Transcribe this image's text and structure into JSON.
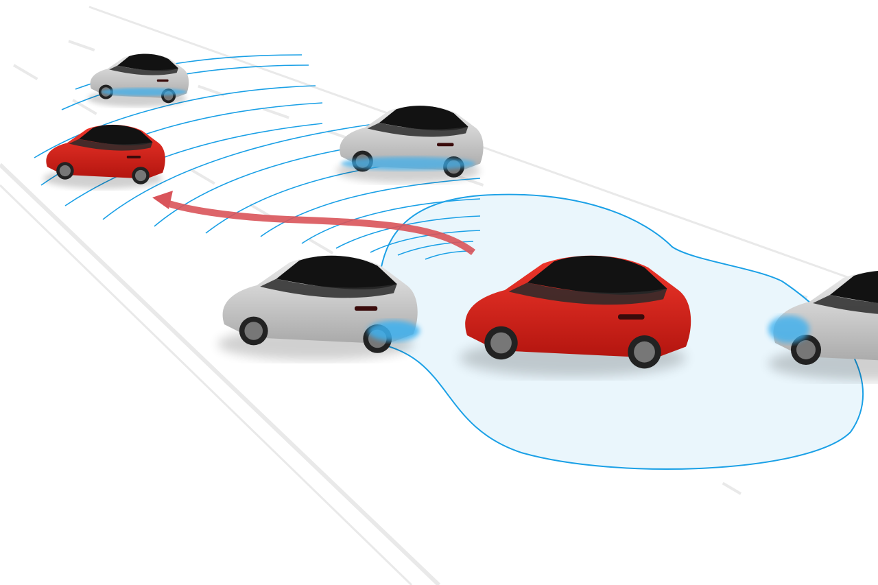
{
  "scene": {
    "colors": {
      "background": "#ffffff",
      "sensor_line": "#1aa0e6",
      "sensor_fill": "#eaf6fc",
      "lane_marking": "#e6e6e6",
      "arrow": "#d9545a",
      "car_red": "#d8231b",
      "car_silver": "#c9c9c9",
      "glass": "#141414",
      "sensor_glow": "#3db1f0"
    },
    "cars": [
      {
        "color": "silver",
        "role": "far-lead"
      },
      {
        "color": "red",
        "role": "far-left"
      },
      {
        "color": "silver",
        "role": "middle-lane"
      },
      {
        "color": "silver",
        "role": "front-left"
      },
      {
        "color": "red",
        "role": "ego-lane-change"
      },
      {
        "color": "silver",
        "role": "rear-right-partial"
      }
    ],
    "icons": [
      "lane-change-arrow-icon",
      "sensor-waves-icon"
    ]
  }
}
